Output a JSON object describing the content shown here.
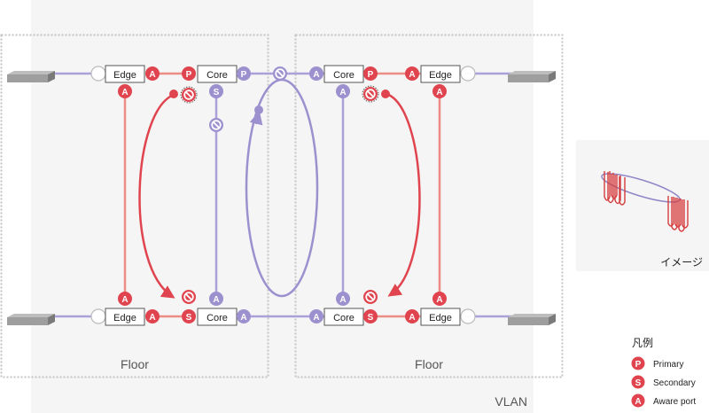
{
  "colors": {
    "primary": "#e0454f",
    "secondary_line": "#eb8c86",
    "purple": "#9d90cf",
    "purple_line": "#aba1d8",
    "vlan_bg": "#f5f5f5",
    "floor_border": "#c4c4c4"
  },
  "vlan": {
    "label": "VLAN"
  },
  "floors": [
    {
      "label": "Floor"
    },
    {
      "label": "Floor"
    }
  ],
  "switches": {
    "top_left_edge": "Edge",
    "top_left_core": "Core",
    "top_right_core": "Core",
    "top_right_edge": "Edge",
    "bottom_left_edge": "Edge",
    "bottom_left_core": "Core",
    "bottom_right_core": "Core",
    "bottom_right_edge": "Edge"
  },
  "ports": {
    "p": "P",
    "s": "S",
    "a": "A"
  },
  "image_panel": {
    "label": "イメージ"
  },
  "legend": {
    "title": "凡例",
    "items": [
      {
        "badge": "P",
        "label": "Primary"
      },
      {
        "badge": "S",
        "label": "Secondary"
      },
      {
        "badge": "A",
        "label": "Aware port"
      }
    ]
  }
}
